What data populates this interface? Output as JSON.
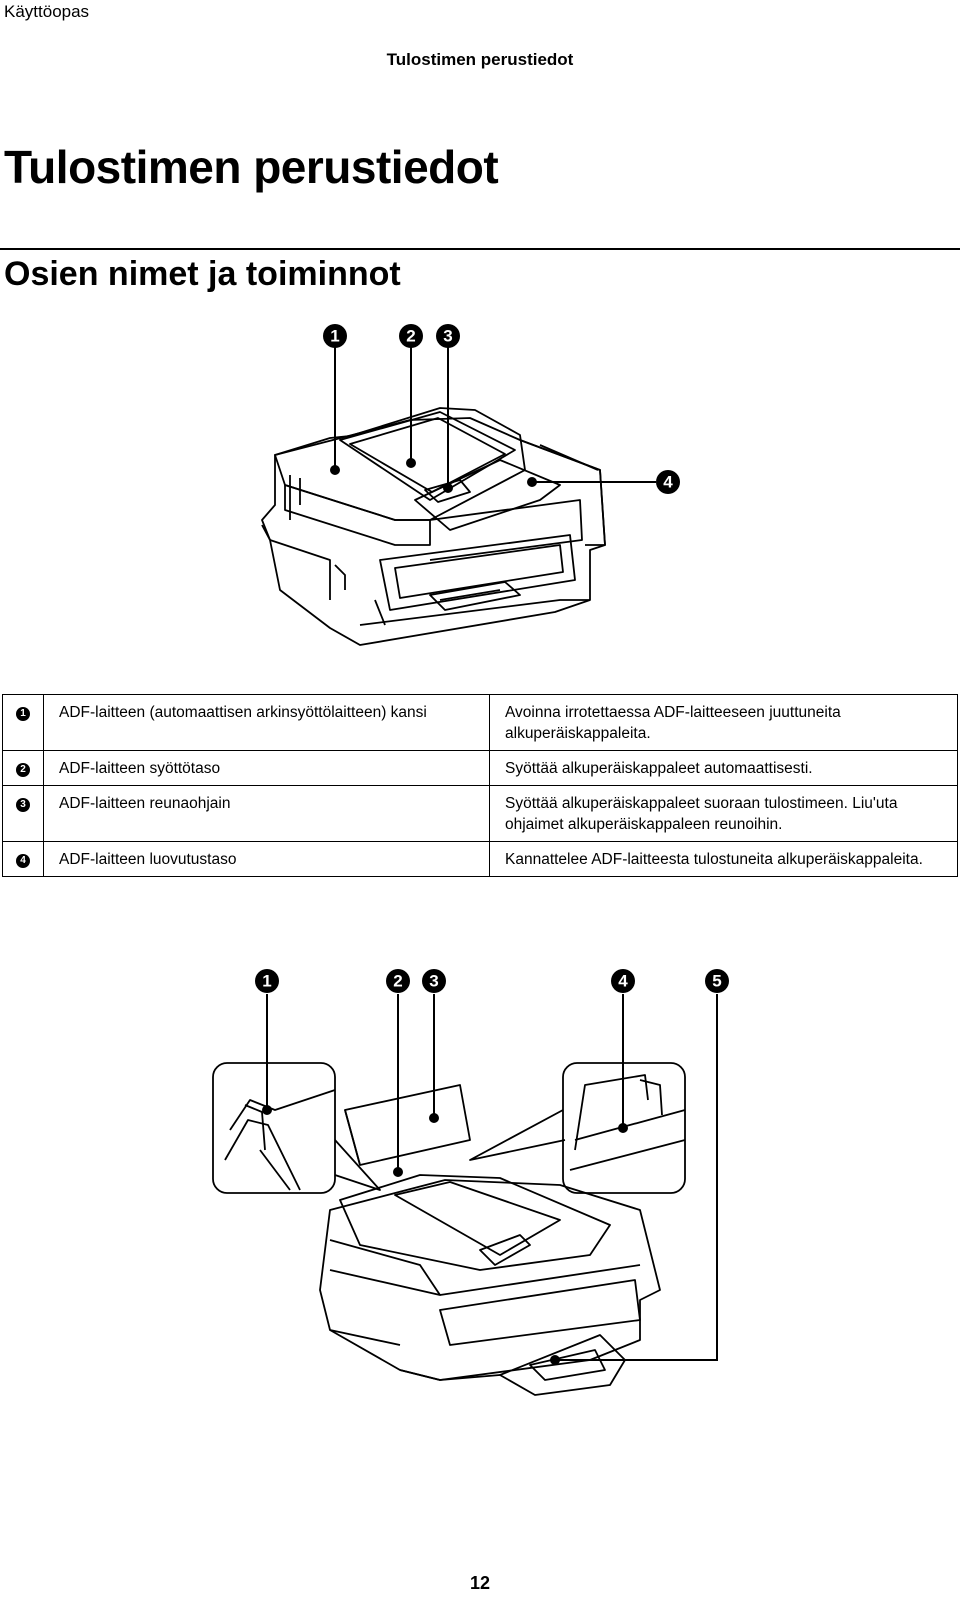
{
  "header": {
    "doc_title": "Käyttöopas",
    "running_head": "Tulostimen perustiedot"
  },
  "chapter_title": "Tulostimen perustiedot",
  "section_title": "Osien nimet ja toiminnot",
  "figure1": {
    "callouts": [
      "1",
      "2",
      "3",
      "4"
    ]
  },
  "parts_table": {
    "rows": [
      {
        "number": "1",
        "name": "ADF-laitteen (automaattisen arkinsyöttölaitteen) kansi",
        "description": "Avoinna irrotettaessa ADF-laitteeseen juuttuneita alkuperäiskappaleita."
      },
      {
        "number": "2",
        "name": "ADF-laitteen syöttötaso",
        "description": "Syöttää alkuperäiskappaleet automaattisesti."
      },
      {
        "number": "3",
        "name": "ADF-laitteen reunaohjain",
        "description": "Syöttää alkuperäiskappaleet suoraan tulostimeen. Liu'uta ohjaimet alkuperäiskappaleen reunoihin."
      },
      {
        "number": "4",
        "name": "ADF-laitteen luovutustaso",
        "description": "Kannattelee ADF-laitteesta tulostuneita alkuperäiskappaleita."
      }
    ]
  },
  "figure2": {
    "callouts": [
      "1",
      "2",
      "3",
      "4",
      "5"
    ]
  },
  "page_number": "12"
}
